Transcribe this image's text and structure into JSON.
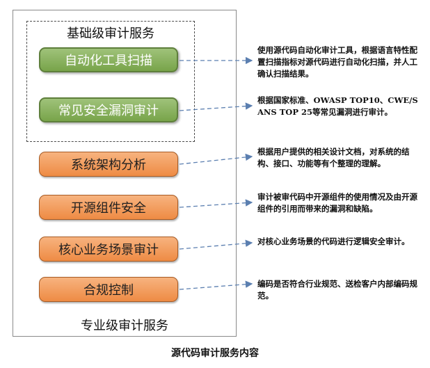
{
  "groups": {
    "basic_title": "基础级审计服务",
    "pro_title": "专业级审计服务"
  },
  "items": [
    {
      "label": "自动化工具扫描",
      "style": "green",
      "desc": "使用源代码自动化审计工具，根据语言特性配置扫描指标对源代码进行自动化扫描，并人工确认扫描结果。"
    },
    {
      "label": "常见安全漏洞审计",
      "style": "green",
      "desc": "根据国家标准、OWASP TOP10、CWE/SANS TOP 25等常见漏洞进行审计。"
    },
    {
      "label": "系统架构分析",
      "style": "orange",
      "desc": "根据用户提供的相关设计文档，对系统的结构、接口、功能等有个整理的理解。"
    },
    {
      "label": "开源组件安全",
      "style": "orange",
      "desc": "审计被审代码中开源组件的使用情况及由开源组件的引用而带来的漏洞和缺陷。"
    },
    {
      "label": "核心业务场景审计",
      "style": "orange",
      "desc": "对核心业务场景的代码进行逻辑安全审计。"
    },
    {
      "label": "合规控制",
      "style": "orange",
      "desc": "编码是否符合行业规范、送检客户内部编码规范。"
    }
  ],
  "caption": "源代码审计服务内容",
  "colors": {
    "green_fill": "#8bb560",
    "orange_fill": "#f29d5e",
    "connector": "#5b7fb0"
  }
}
